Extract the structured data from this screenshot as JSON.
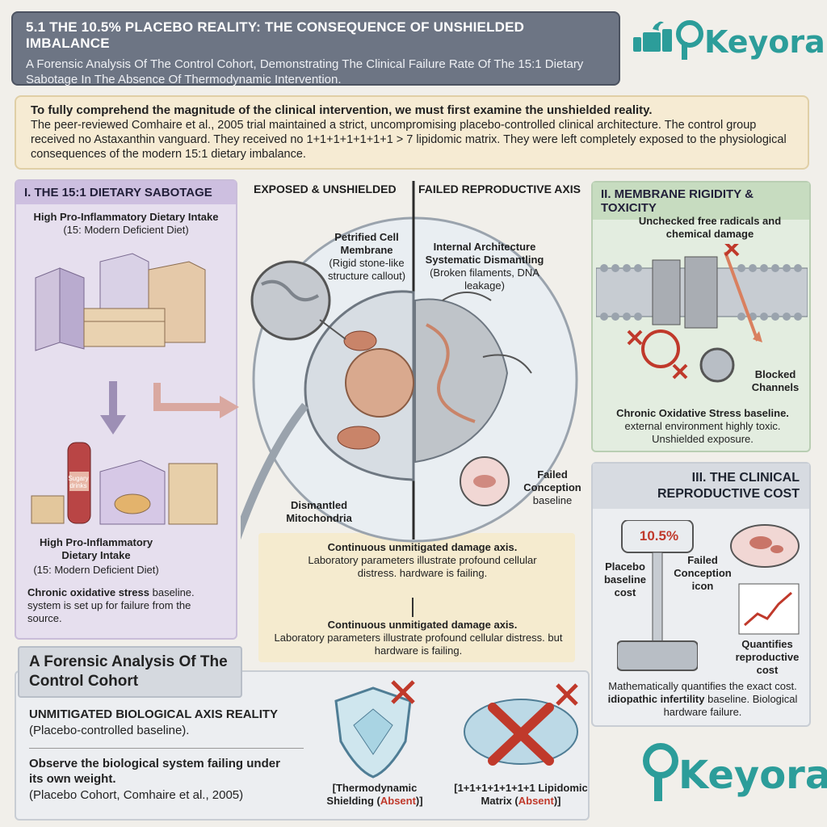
{
  "header": {
    "title": "5.1  THE 10.5% PLACEBO REALITY: THE CONSEQUENCE OF UNSHIELDED IMBALANCE",
    "subtitle": "A Forensic Analysis Of The Control Cohort, Demonstrating The Clinical Failure Rate Of The 15:1 Dietary Sabotage In The Absence Of Thermodynamic Intervention."
  },
  "logo": {
    "text": "Keyora"
  },
  "intro": {
    "lead": "To fully comprehend the magnitude of the clinical intervention, we must first examine the unshielded reality.",
    "body": "The peer-reviewed Comhaire et al., 2005 trial maintained a strict, uncompromising placebo-controlled clinical architecture. The control group received no Astaxanthin vanguard. They received no 1+1+1+1+1+1+1 > 7 lipidomic matrix. They were left completely exposed to the physiological consequences of the modern 15:1 dietary imbalance."
  },
  "left_panel": {
    "title": "I. THE 15:1 DIETARY SABOTAGE",
    "top_label": "High Pro-Inflammatory Dietary Intake",
    "top_sub": "(15: Modern Deficient Diet)",
    "bottle_label": "Sugary drinks",
    "bottom_label": "High Pro-Inflammatory Dietary Intake",
    "bottom_sub": "(15: Modern Deficient Diet)",
    "note_bold": "Chronic oxidative stress",
    "note_rest": " baseline. system is set up for failure from the source."
  },
  "center": {
    "left_header": "EXPOSED & UNSHIELDED",
    "right_header": "FAILED REPRODUCTIVE AXIS",
    "membrane_title": "Petrified Cell Membrane",
    "membrane_sub": "(Rigid stone-like structure callout)",
    "arch_title": "Internal Architecture Systematic Dismantling",
    "arch_sub": "(Broken filaments, DNA leakage)",
    "mito_label": "Dismantled Mitochondria",
    "conception_title": "Failed Conception",
    "conception_sub": "baseline",
    "axis1_title": "Continuous unmitigated damage axis.",
    "axis1_body": "Laboratory parameters illustrate profound cellular distress. hardware is failing.",
    "axis2_title": "Continuous unmitigated damage axis.",
    "axis2_body": "Laboratory parameters illustrate profound cellular distress. but hardware is failing."
  },
  "right_top": {
    "title": "II. MEMBRANE RIGIDITY & TOXICITY",
    "label_top": "Unchecked free radicals and chemical damage",
    "label_blocked": "Blocked Channels",
    "note_bold": "Chronic Oxidative Stress baseline.",
    "note_rest": "external environment highly toxic. Unshielded exposure."
  },
  "right_bottom": {
    "title": "III. THE CLINICAL REPRODUCTIVE COST",
    "scale_value": "10.5%",
    "placebo_label": "Placebo baseline cost",
    "failed_label": "Failed Conception icon",
    "quant_label": "Quantifies reproductive cost",
    "note_a": "Mathematically quantifies the exact cost. ",
    "note_bold": "idiopathic infertility",
    "note_b": " baseline. Biological hardware failure."
  },
  "bottom": {
    "title": "A Forensic Analysis Of The Control Cohort",
    "line1_title": "UNMITIGATED BIOLOGICAL AXIS REALITY",
    "line1_sub": "(Placebo-controlled baseline).",
    "line2_title": "Observe the biological system failing under its own weight.",
    "line2_sub": "(Placebo Cohort, Comhaire et al., 2005)",
    "shield_label": "[Thermodynamic Shielding (",
    "shield_absent": "Absent",
    "shield_close": ")]",
    "matrix_label": "[1+1+1+1+1+1+1 Lipidomic Matrix (",
    "matrix_absent": "Absent",
    "matrix_close": ")]"
  },
  "colors": {
    "accent": "#2c9d9a",
    "header_bg": "#6d7584",
    "intro_bg": "#f6ebd3",
    "left_bg": "#e6dfee",
    "right_top_bg": "#e3ede0",
    "alert": "#c0392b"
  }
}
